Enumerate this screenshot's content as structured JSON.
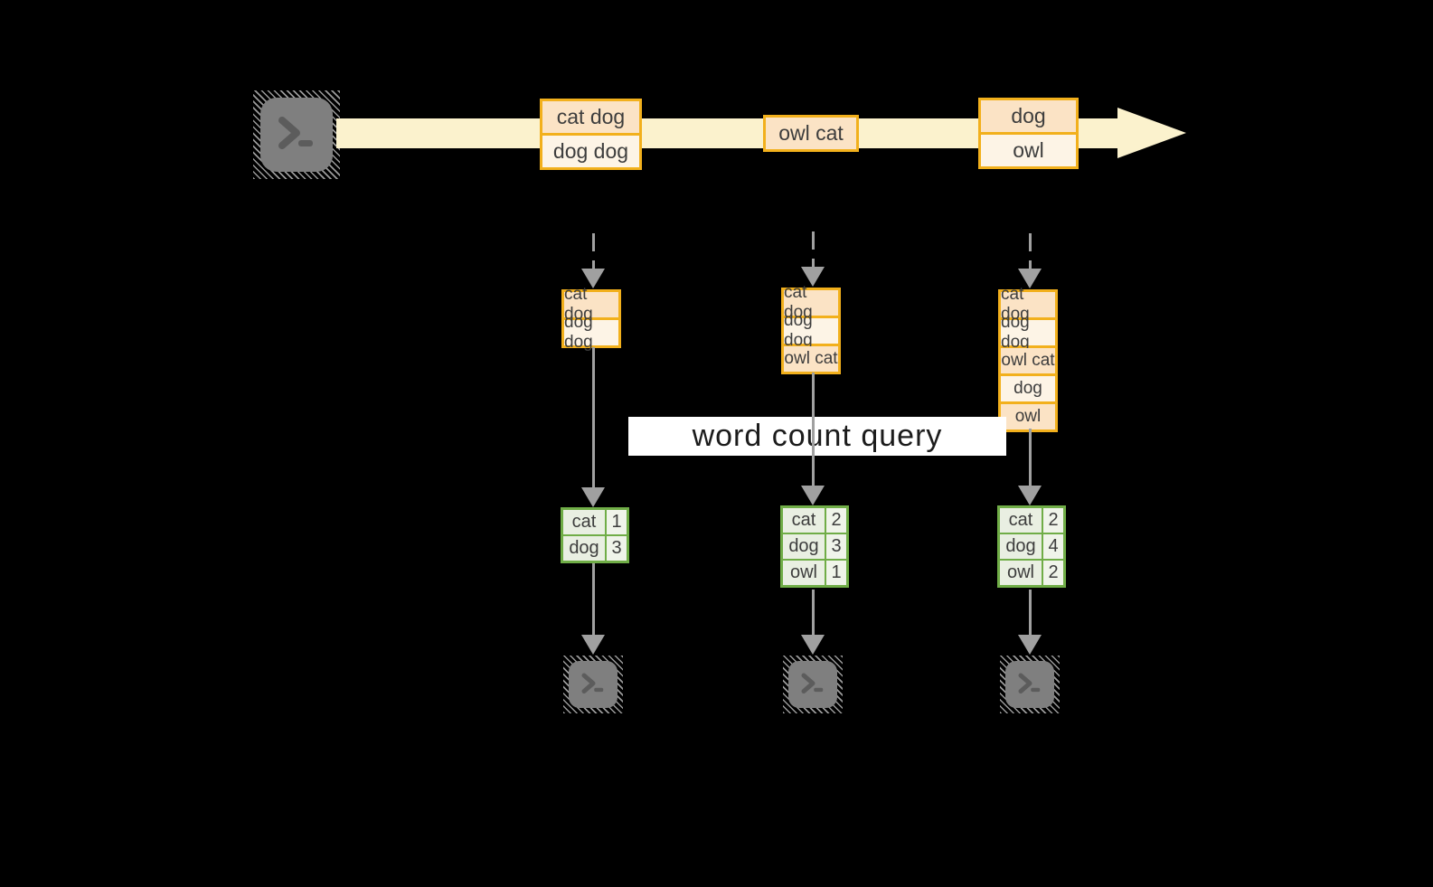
{
  "overlay": {
    "query_label": "word count query"
  },
  "source": {
    "icon": "terminal-prompt"
  },
  "sinks": {
    "icon": "terminal-prompt"
  },
  "stream_events": [
    {
      "rows": [
        "cat dog",
        "dog dog"
      ]
    },
    {
      "rows": [
        "owl cat"
      ]
    },
    {
      "rows": [
        "dog",
        "owl"
      ]
    }
  ],
  "columns": [
    {
      "buffer_rows": [
        "cat dog",
        "dog dog"
      ],
      "count_rows": [
        {
          "word": "cat",
          "count": "1"
        },
        {
          "word": "dog",
          "count": "3"
        }
      ]
    },
    {
      "buffer_rows": [
        "cat dog",
        "dog dog",
        "owl cat"
      ],
      "count_rows": [
        {
          "word": "cat",
          "count": "2"
        },
        {
          "word": "dog",
          "count": "3"
        },
        {
          "word": "owl",
          "count": "1"
        }
      ]
    },
    {
      "buffer_rows": [
        "cat dog",
        "dog dog",
        "owl cat",
        "dog",
        "owl"
      ],
      "count_rows": [
        {
          "word": "cat",
          "count": "2"
        },
        {
          "word": "dog",
          "count": "4"
        },
        {
          "word": "owl",
          "count": "2"
        }
      ]
    }
  ],
  "colors": {
    "background": "#000000",
    "stream_band": "#FBF2CD",
    "orange_border": "#F2B01C",
    "peach_fill": "#FBE3C5",
    "cream_fill": "#FDF4E6",
    "green_border": "#70AD47",
    "green_fill": "#E9EFE2",
    "green_fill_light": "#F0F4EA",
    "connector_gray": "#A0A0A0",
    "terminal_gray": "#7F7F7F",
    "text_dark": "#3D3D3D",
    "query_text": "#1C1C1C",
    "query_bg": "#FFFFFF"
  }
}
